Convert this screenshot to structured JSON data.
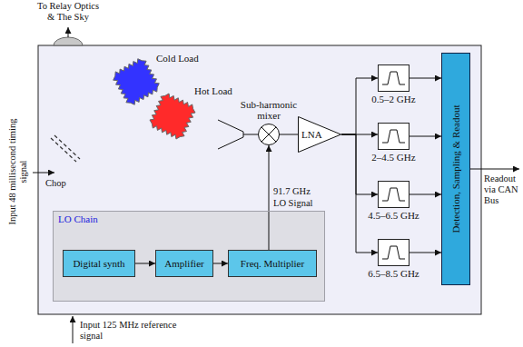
{
  "diagram": {
    "nodes": [
      {
        "text": [
          "Cold Load"
        ]
      },
      {
        "text": [
          "Hot Load"
        ]
      },
      {
        "text": [
          "Sub-harmonic mixer"
        ]
      },
      {
        "text": [
          "LNA"
        ]
      },
      {
        "text": [
          "0.5–2 GHz"
        ]
      },
      {
        "text": [
          "2–4.5 GHz"
        ]
      },
      {
        "text": [
          "4.5–6.5 GHz"
        ]
      },
      {
        "text": [
          "6.5–8.5 GHz"
        ]
      },
      {
        "text": [
          "Detection, Sampling & Readout"
        ]
      },
      {
        "text": [
          "LO Chain"
        ]
      },
      {
        "text": [
          "Digital synth"
        ],
        "in": 9
      },
      {
        "text": [
          "Amplifier"
        ],
        "in": 9
      },
      {
        "text": [
          "Freq. Multiplier"
        ],
        "in": 9
      }
    ],
    "edges": [
      {
        "from": 10,
        "to": 11,
        "arrow": "to"
      },
      {
        "from": 11,
        "to": 12,
        "arrow": "to"
      },
      {
        "from": 12,
        "to": 2,
        "arrow": "to",
        "label": "91.7 GHz LO Signal"
      },
      {
        "from": 2,
        "to": 3,
        "arrow": "none"
      },
      {
        "from": 3,
        "to": 4,
        "arrow": "to"
      },
      {
        "from": 3,
        "to": 5,
        "arrow": "to"
      },
      {
        "from": 3,
        "to": 6,
        "arrow": "to"
      },
      {
        "from": 3,
        "to": 7,
        "arrow": "to"
      },
      {
        "from": 4,
        "to": 8,
        "arrow": "to"
      },
      {
        "from": 5,
        "to": 8,
        "arrow": "to"
      },
      {
        "from": 6,
        "to": 8,
        "arrow": "to"
      },
      {
        "from": 7,
        "to": 8,
        "arrow": "to"
      }
    ],
    "labels": [
      "To Relay Optics & The Sky",
      "Chop",
      "Input 48 millisecond timing signal",
      "Input 125 MHz reference signal",
      "Readout via CAN Bus"
    ]
  }
}
